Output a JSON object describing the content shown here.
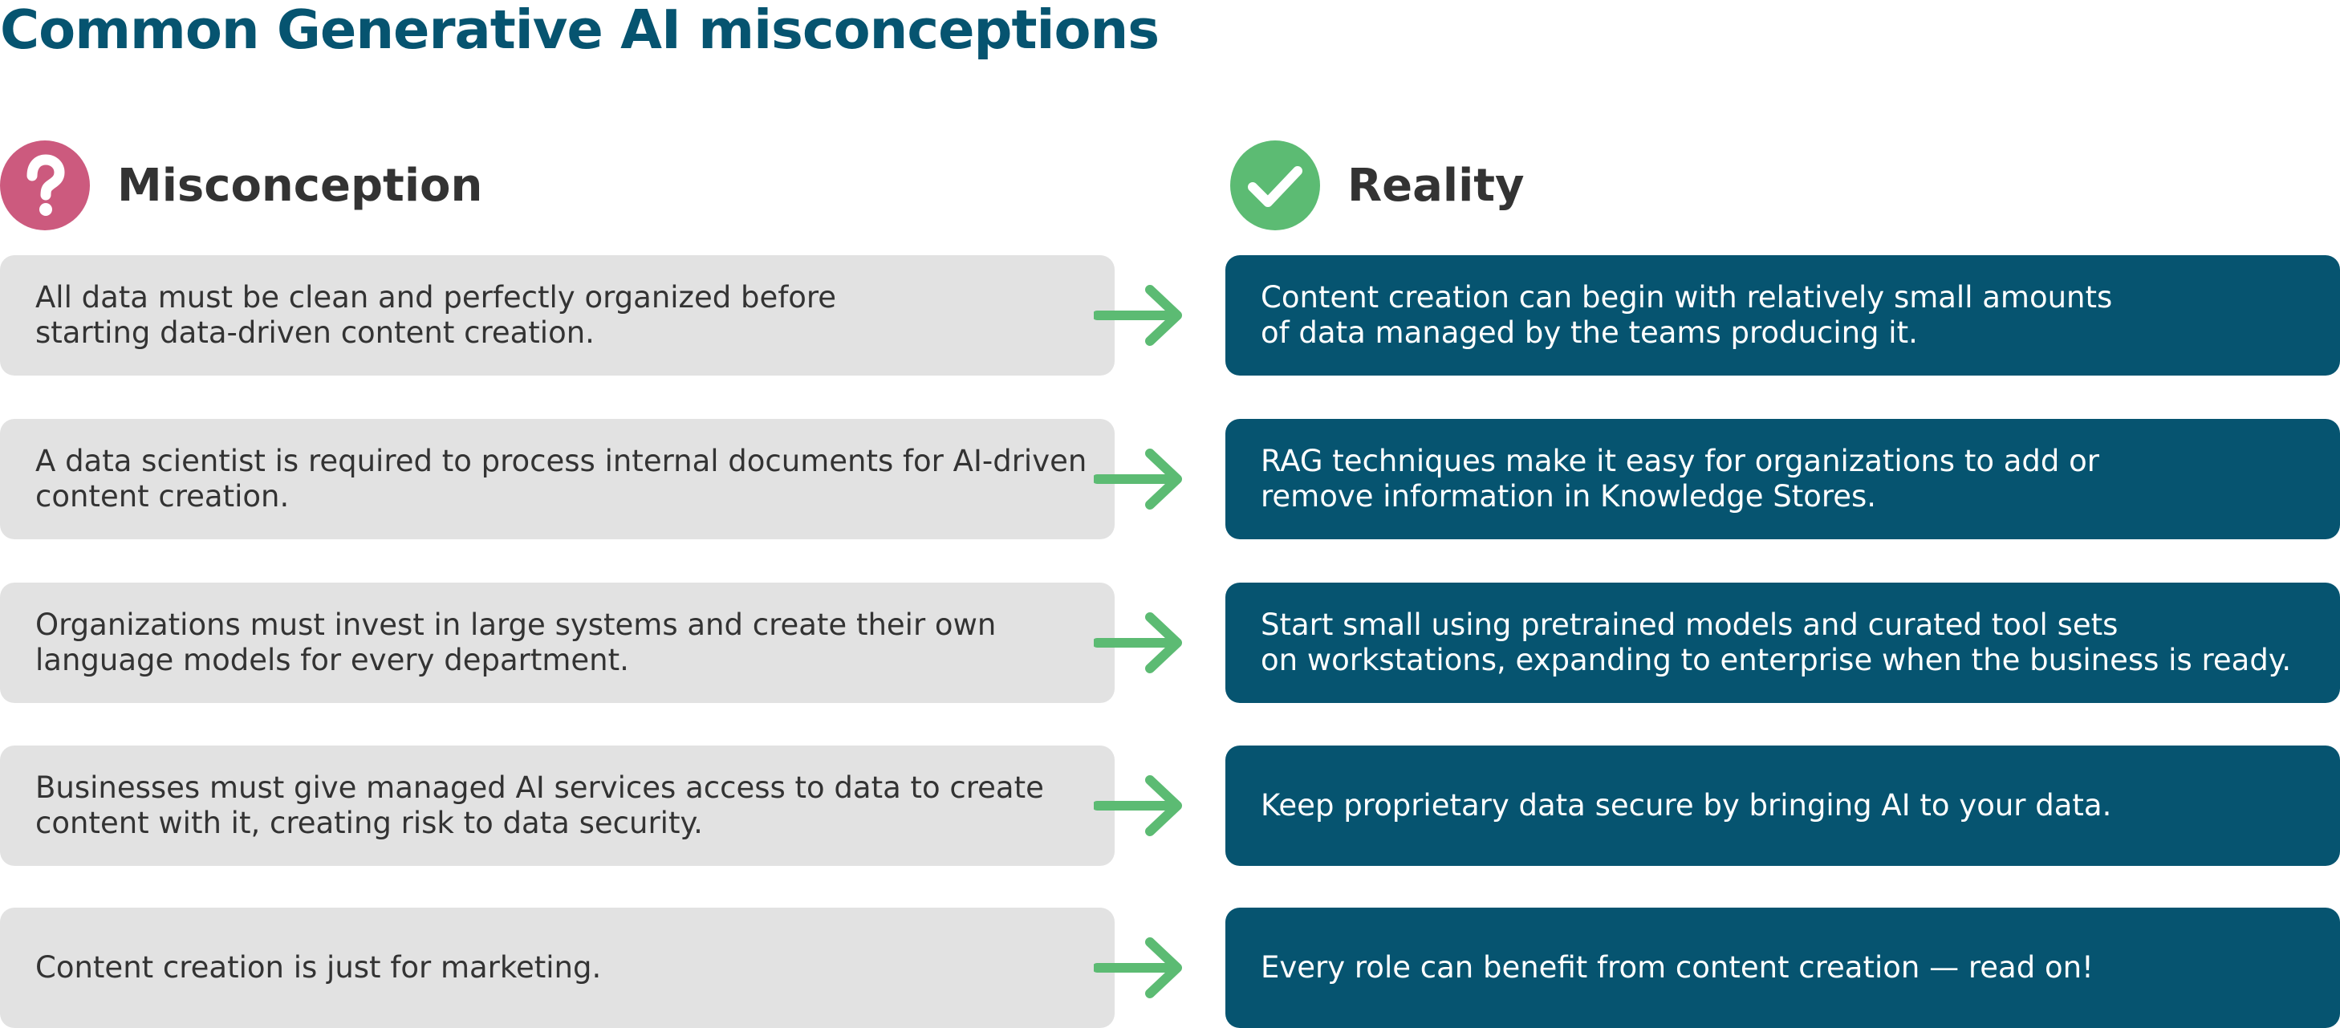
{
  "title": "Common Generative AI misconceptions",
  "headers": {
    "misconception": "Misconception",
    "reality": "Reality",
    "misconception_icon": "question-mark-icon",
    "reality_icon": "checkmark-icon"
  },
  "colors": {
    "title": "#065470",
    "misconception_badge": "#cc5a7e",
    "reality_badge": "#5cbb73",
    "misconception_box": "#e2e2e2",
    "reality_box": "#065470",
    "arrow": "#5cbb73",
    "header_text": "#333333"
  },
  "rows": [
    {
      "misconception": "All data must be clean and perfectly organized before\nstarting data-driven content creation.",
      "reality": "Content creation can begin with relatively small amounts\nof data managed by the teams producing it."
    },
    {
      "misconception": "A data scientist is required to process internal documents for AI-driven\ncontent creation.",
      "reality": "RAG techniques make it easy for organizations to add or\nremove information in Knowledge Stores."
    },
    {
      "misconception": "Organizations must invest in large systems and create their own\nlanguage models for every department.",
      "reality": "Start small using pretrained models and curated tool sets\non workstations, expanding to enterprise when the business is ready."
    },
    {
      "misconception": "Businesses must give managed AI services access to data to create\ncontent with it, creating risk to data security.",
      "reality": "Keep proprietary data secure by bringing AI to your data."
    },
    {
      "misconception": "Content creation is just for marketing.",
      "reality": "Every role can benefit from content creation — read on!"
    }
  ]
}
